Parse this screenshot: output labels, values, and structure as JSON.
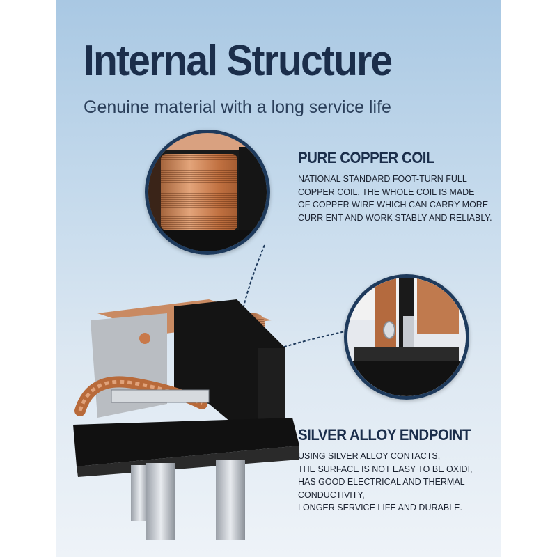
{
  "header": {
    "title": "Internal Structure",
    "subtitle": "Genuine material with a long service life"
  },
  "features": [
    {
      "title": "PURE COPPER COIL",
      "lines": [
        "NATIONAL STANDARD FOOT-TURN FULL",
        "COPPER COIL, THE WHOLE COIL IS MADE",
        "OF COPPER WIRE WHICH CAN CARRY MORE",
        "CURR ENT AND WORK STABLY AND RELIABLY."
      ]
    },
    {
      "title": "SILVER ALLOY ENDPOINT",
      "lines": [
        "USING SILVER ALLOY CONTACTS,",
        "THE SURFACE IS NOT EASY TO BE OXIDI,",
        "HAS GOOD ELECTRICAL AND THERMAL",
        "CONDUCTIVITY,",
        "LONGER SERVICE LIFE AND DURABLE."
      ]
    }
  ],
  "colors": {
    "title": "#1b2e4b",
    "circle_border": "#1e3a5c",
    "copper": "#c8794a",
    "relay_body": "#1a1a1a"
  }
}
